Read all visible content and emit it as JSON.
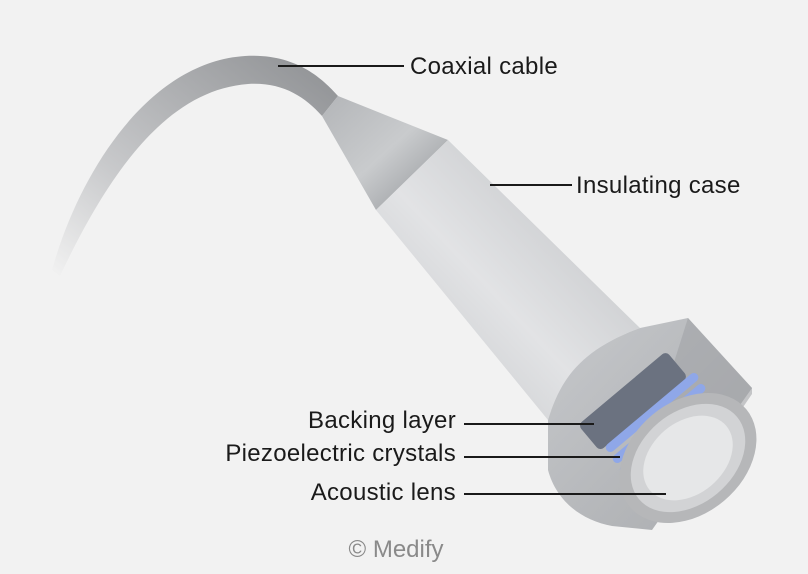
{
  "labels": {
    "coaxial_cable": "Coaxial cable",
    "insulating_case": "Insulating case",
    "backing_layer": "Backing layer",
    "piezoelectric_crystals": "Piezoelectric crystals",
    "acoustic_lens": "Acoustic lens"
  },
  "credit": "© Medify",
  "colors": {
    "background": "#f2f2f2",
    "body": "#cfd1d3",
    "backing_layer": "#6b7280",
    "crystals": "#8fa7e8",
    "lens": "#b8b8b8"
  }
}
